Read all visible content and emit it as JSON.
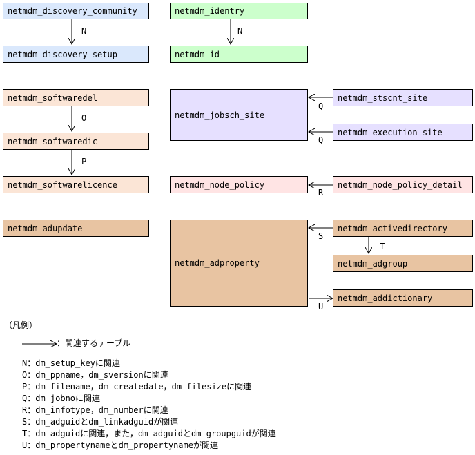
{
  "tables": {
    "discovery_community": "netmdm_discovery_community",
    "discovery_setup": "netmdm_discovery_setup",
    "identry": "netmdm_identry",
    "id": "netmdm_id",
    "softwaredel": "netmdm_softwaredel",
    "softwaredic": "netmdm_softwaredic",
    "softwarelicence": "netmdm_softwarelicence",
    "adupdate": "netmdm_adupdate",
    "jobsch_site": "netmdm_jobsch_site",
    "stscnt_site": "netmdm_stscnt_site",
    "execution_site": "netmdm_execution_site",
    "node_policy": "netmdm_node_policy",
    "node_policy_detail": "netmdm_node_policy_detail",
    "adproperty": "netmdm_adproperty",
    "activedirectory": "netmdm_activedirectory",
    "adgroup": "netmdm_adgroup",
    "addictionary": "netmdm_addictionary"
  },
  "relation_labels": {
    "n1": "N",
    "n2": "N",
    "o": "O",
    "p": "P",
    "q1": "Q",
    "q2": "Q",
    "r": "R",
    "s": "S",
    "t": "T",
    "u": "U"
  },
  "colors": {
    "blue": "#dae8fc",
    "green": "#ccffcc",
    "peach": "#fbe5d6",
    "purple": "#e6e0ff",
    "pink": "#ffe4e4",
    "tan": "#e8c4a2"
  },
  "legend": {
    "title": "（凡例）",
    "arrow_desc": "：関連するテーブル",
    "items": [
      "N：dm_setup_keyに関連",
      "O：dm_ppname，dm_sversionに関連",
      "P：dm_filename，dm_createdate，dm_filesizeに関連",
      "Q：dm_jobnoに関連",
      "R：dm_infotype，dm_numberに関連",
      "S：dm_adguidとdm_linkadguidが関連",
      "T：dm_adguidに関連，また，dm_adguidとdm_groupguidが関連",
      "U：dm_propertynameとdm_propertynameが関連"
    ]
  }
}
